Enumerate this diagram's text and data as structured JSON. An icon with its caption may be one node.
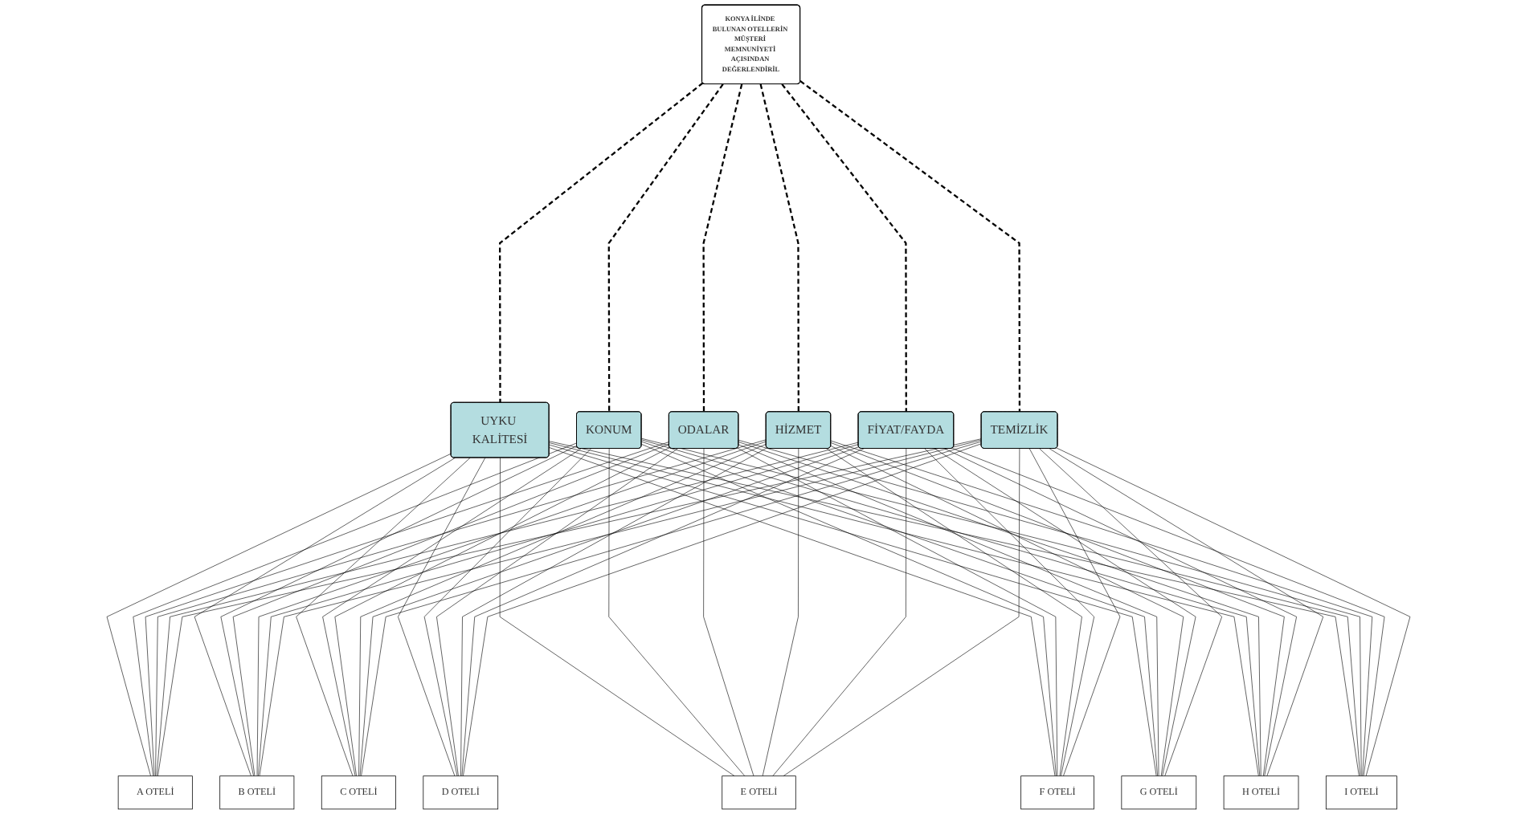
{
  "diagram": {
    "nodes": [
      {
        "text": [
          "KONYA İLİNDE BULUNAN OTELLERİN MÜŞTERİ MEMNUNİYETİ AÇISINDAN DEĞERLENDİRİL"
        ]
      },
      {
        "text": [
          "UYKU KALİTESİ"
        ]
      },
      {
        "text": [
          "KONUM"
        ]
      },
      {
        "text": [
          "ODALAR"
        ]
      },
      {
        "text": [
          "HİZMET"
        ]
      },
      {
        "text": [
          "FİYAT/FAYDA"
        ]
      },
      {
        "text": [
          "TEMİZLİK"
        ]
      },
      {
        "text": [
          "A OTELİ"
        ]
      },
      {
        "text": [
          "B OTELİ"
        ]
      },
      {
        "text": [
          "C OTELİ"
        ]
      },
      {
        "text": [
          "D OTELİ"
        ]
      },
      {
        "text": [
          "E OTELİ"
        ]
      },
      {
        "text": [
          "F OTELİ"
        ]
      },
      {
        "text": [
          "G OTELİ"
        ]
      },
      {
        "text": [
          "H OTELİ"
        ]
      },
      {
        "text": [
          "I OTELİ"
        ]
      }
    ],
    "edges": [
      {
        "from": 0,
        "to": 1,
        "arrow": "none",
        "style": "dashed"
      },
      {
        "from": 0,
        "to": 2,
        "arrow": "none",
        "style": "dashed"
      },
      {
        "from": 0,
        "to": 3,
        "arrow": "none",
        "style": "dashed"
      },
      {
        "from": 0,
        "to": 4,
        "arrow": "none",
        "style": "dashed"
      },
      {
        "from": 0,
        "to": 5,
        "arrow": "none",
        "style": "dashed"
      },
      {
        "from": 0,
        "to": 6,
        "arrow": "none",
        "style": "dashed"
      },
      {
        "from": 1,
        "to": 7,
        "arrow": "none"
      },
      {
        "from": 1,
        "to": 8,
        "arrow": "none"
      },
      {
        "from": 1,
        "to": 9,
        "arrow": "none"
      },
      {
        "from": 1,
        "to": 10,
        "arrow": "none"
      },
      {
        "from": 1,
        "to": 11,
        "arrow": "none"
      },
      {
        "from": 1,
        "to": 12,
        "arrow": "none"
      },
      {
        "from": 1,
        "to": 13,
        "arrow": "none"
      },
      {
        "from": 1,
        "to": 14,
        "arrow": "none"
      },
      {
        "from": 1,
        "to": 15,
        "arrow": "none"
      },
      {
        "from": 2,
        "to": 7,
        "arrow": "none"
      },
      {
        "from": 2,
        "to": 8,
        "arrow": "none"
      },
      {
        "from": 2,
        "to": 9,
        "arrow": "none"
      },
      {
        "from": 2,
        "to": 10,
        "arrow": "none"
      },
      {
        "from": 2,
        "to": 11,
        "arrow": "none"
      },
      {
        "from": 2,
        "to": 12,
        "arrow": "none"
      },
      {
        "from": 2,
        "to": 13,
        "arrow": "none"
      },
      {
        "from": 2,
        "to": 14,
        "arrow": "none"
      },
      {
        "from": 2,
        "to": 15,
        "arrow": "none"
      },
      {
        "from": 3,
        "to": 7,
        "arrow": "none"
      },
      {
        "from": 3,
        "to": 8,
        "arrow": "none"
      },
      {
        "from": 3,
        "to": 9,
        "arrow": "none"
      },
      {
        "from": 3,
        "to": 10,
        "arrow": "none"
      },
      {
        "from": 3,
        "to": 11,
        "arrow": "none"
      },
      {
        "from": 3,
        "to": 12,
        "arrow": "none"
      },
      {
        "from": 3,
        "to": 13,
        "arrow": "none"
      },
      {
        "from": 3,
        "to": 14,
        "arrow": "none"
      },
      {
        "from": 3,
        "to": 15,
        "arrow": "none"
      },
      {
        "from": 4,
        "to": 7,
        "arrow": "none"
      },
      {
        "from": 4,
        "to": 8,
        "arrow": "none"
      },
      {
        "from": 4,
        "to": 9,
        "arrow": "none"
      },
      {
        "from": 4,
        "to": 10,
        "arrow": "none"
      },
      {
        "from": 4,
        "to": 11,
        "arrow": "none"
      },
      {
        "from": 4,
        "to": 12,
        "arrow": "none"
      },
      {
        "from": 4,
        "to": 13,
        "arrow": "none"
      },
      {
        "from": 4,
        "to": 14,
        "arrow": "none"
      },
      {
        "from": 4,
        "to": 15,
        "arrow": "none"
      },
      {
        "from": 5,
        "to": 7,
        "arrow": "none"
      },
      {
        "from": 5,
        "to": 8,
        "arrow": "none"
      },
      {
        "from": 5,
        "to": 9,
        "arrow": "none"
      },
      {
        "from": 5,
        "to": 10,
        "arrow": "none"
      },
      {
        "from": 5,
        "to": 11,
        "arrow": "none"
      },
      {
        "from": 5,
        "to": 12,
        "arrow": "none"
      },
      {
        "from": 5,
        "to": 13,
        "arrow": "none"
      },
      {
        "from": 5,
        "to": 14,
        "arrow": "none"
      },
      {
        "from": 5,
        "to": 15,
        "arrow": "none"
      },
      {
        "from": 6,
        "to": 7,
        "arrow": "none"
      },
      {
        "from": 6,
        "to": 8,
        "arrow": "none"
      },
      {
        "from": 6,
        "to": 9,
        "arrow": "none"
      },
      {
        "from": 6,
        "to": 10,
        "arrow": "none"
      },
      {
        "from": 6,
        "to": 11,
        "arrow": "none"
      },
      {
        "from": 6,
        "to": 12,
        "arrow": "none"
      },
      {
        "from": 6,
        "to": 13,
        "arrow": "none"
      },
      {
        "from": 6,
        "to": 14,
        "arrow": "none"
      },
      {
        "from": 6,
        "to": 15,
        "arrow": "none"
      }
    ]
  }
}
